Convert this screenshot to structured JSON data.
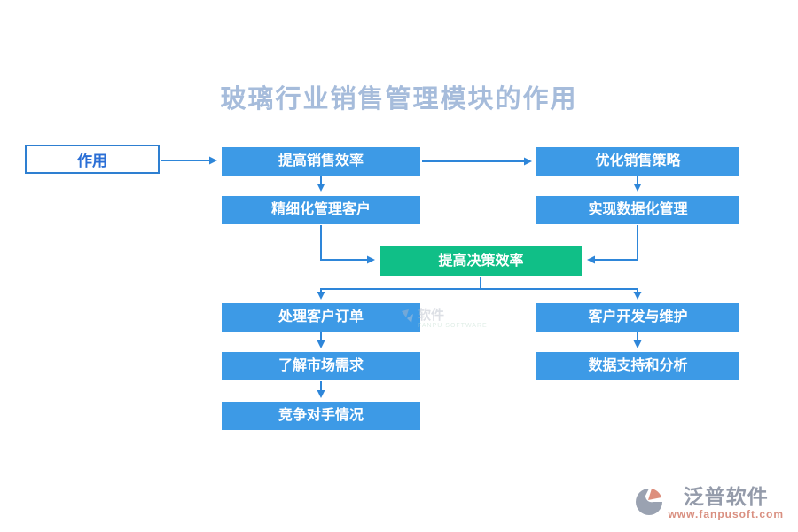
{
  "page": {
    "title": "玻璃行业销售管理模块的作用"
  },
  "colors": {
    "blue_box": "#3d9ae6",
    "green_box": "#10bf87",
    "connector": "#2e86d9",
    "root_border": "#2e7fd1",
    "root_text": "#2b6fd6",
    "title": "#a6bcdb",
    "logo_text": "#949baa",
    "logo_url": "#d98f80"
  },
  "nodes": {
    "root": {
      "label": "作用"
    },
    "r1_left": {
      "label": "提高销售效率"
    },
    "r1_right": {
      "label": "优化销售策略"
    },
    "r2_left": {
      "label": "精细化管理客户"
    },
    "r2_right": {
      "label": "实现数据化管理"
    },
    "center": {
      "label": "提高决策效率"
    },
    "r3_left": {
      "label": "处理客户订单"
    },
    "r3_right": {
      "label": "客户开发与维护"
    },
    "r4_left": {
      "label": "了解市场需求"
    },
    "r4_right": {
      "label": "数据支持和分析"
    },
    "r5_left": {
      "label": "竞争对手情况"
    }
  },
  "watermark": {
    "text": "软件",
    "subtext": "FANPU SOFTWARE"
  },
  "footer_logo": {
    "name": "泛普软件",
    "url": "www.fanpusoft.com"
  }
}
